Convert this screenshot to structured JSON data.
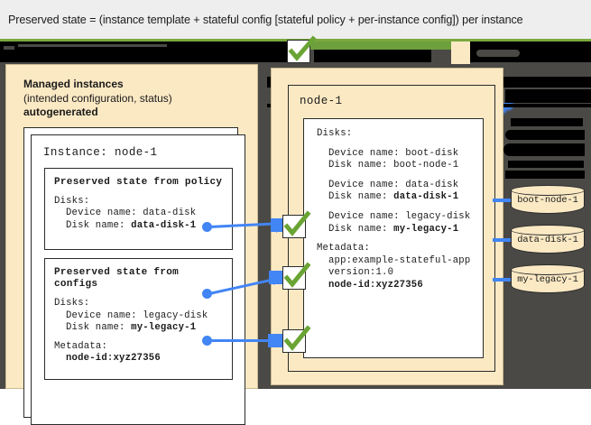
{
  "caption": {
    "text": "Preserved state = (instance template + stateful config [stateful policy + per-instance config]) per instance"
  },
  "left_panel": {
    "header_line1": "Managed instances",
    "header_line2": "(intended configuration, status)",
    "header_line3": "autogenerated",
    "instance_title": "Instance: node-1",
    "policy_box": {
      "title": "Preserved state from policy",
      "disks_label": "Disks:",
      "device_name": "Device name: data-disk",
      "disk_name_prefix": "Disk name: ",
      "disk_name_value": "data-disk-1"
    },
    "configs_box": {
      "title": "Preserved state from configs",
      "disks_label": "Disks:",
      "device_name": "Device name: legacy-disk",
      "disk_name_prefix": "Disk name: ",
      "disk_name_value": "my-legacy-1",
      "metadata_label": "Metadata:",
      "metadata_value": "node-id:xyz27356"
    }
  },
  "right_panel": {
    "node_title": "node-1",
    "disks_label": "Disks:",
    "boot": {
      "device_name": "Device name: boot-disk",
      "disk_name": "Disk name: boot-node-1"
    },
    "data": {
      "device_name": "Device name: data-disk",
      "disk_name_prefix": "Disk name: ",
      "disk_name_value": "data-disk-1"
    },
    "legacy": {
      "device_name": "Device name: legacy-disk",
      "disk_name_prefix": "Disk name: ",
      "disk_name_value": "my-legacy-1"
    },
    "metadata_label": "Metadata:",
    "metadata_app": "app:example-stateful-app",
    "metadata_version": "version:1.0",
    "metadata_nodeid": "node-id:xyz27356"
  },
  "disks": [
    {
      "label": "boot-node-1"
    },
    {
      "label": "data-disk-1"
    },
    {
      "label": "my-legacy-1"
    }
  ],
  "colors": {
    "cream": "#fbe9c4",
    "dark_bg": "#4a4946",
    "accent_blue": "#4285f4",
    "check_green": "#6aa434",
    "green_bar": "#6e9f3d",
    "redact_black": "#000000",
    "caption_bg": "#eeeeee"
  }
}
